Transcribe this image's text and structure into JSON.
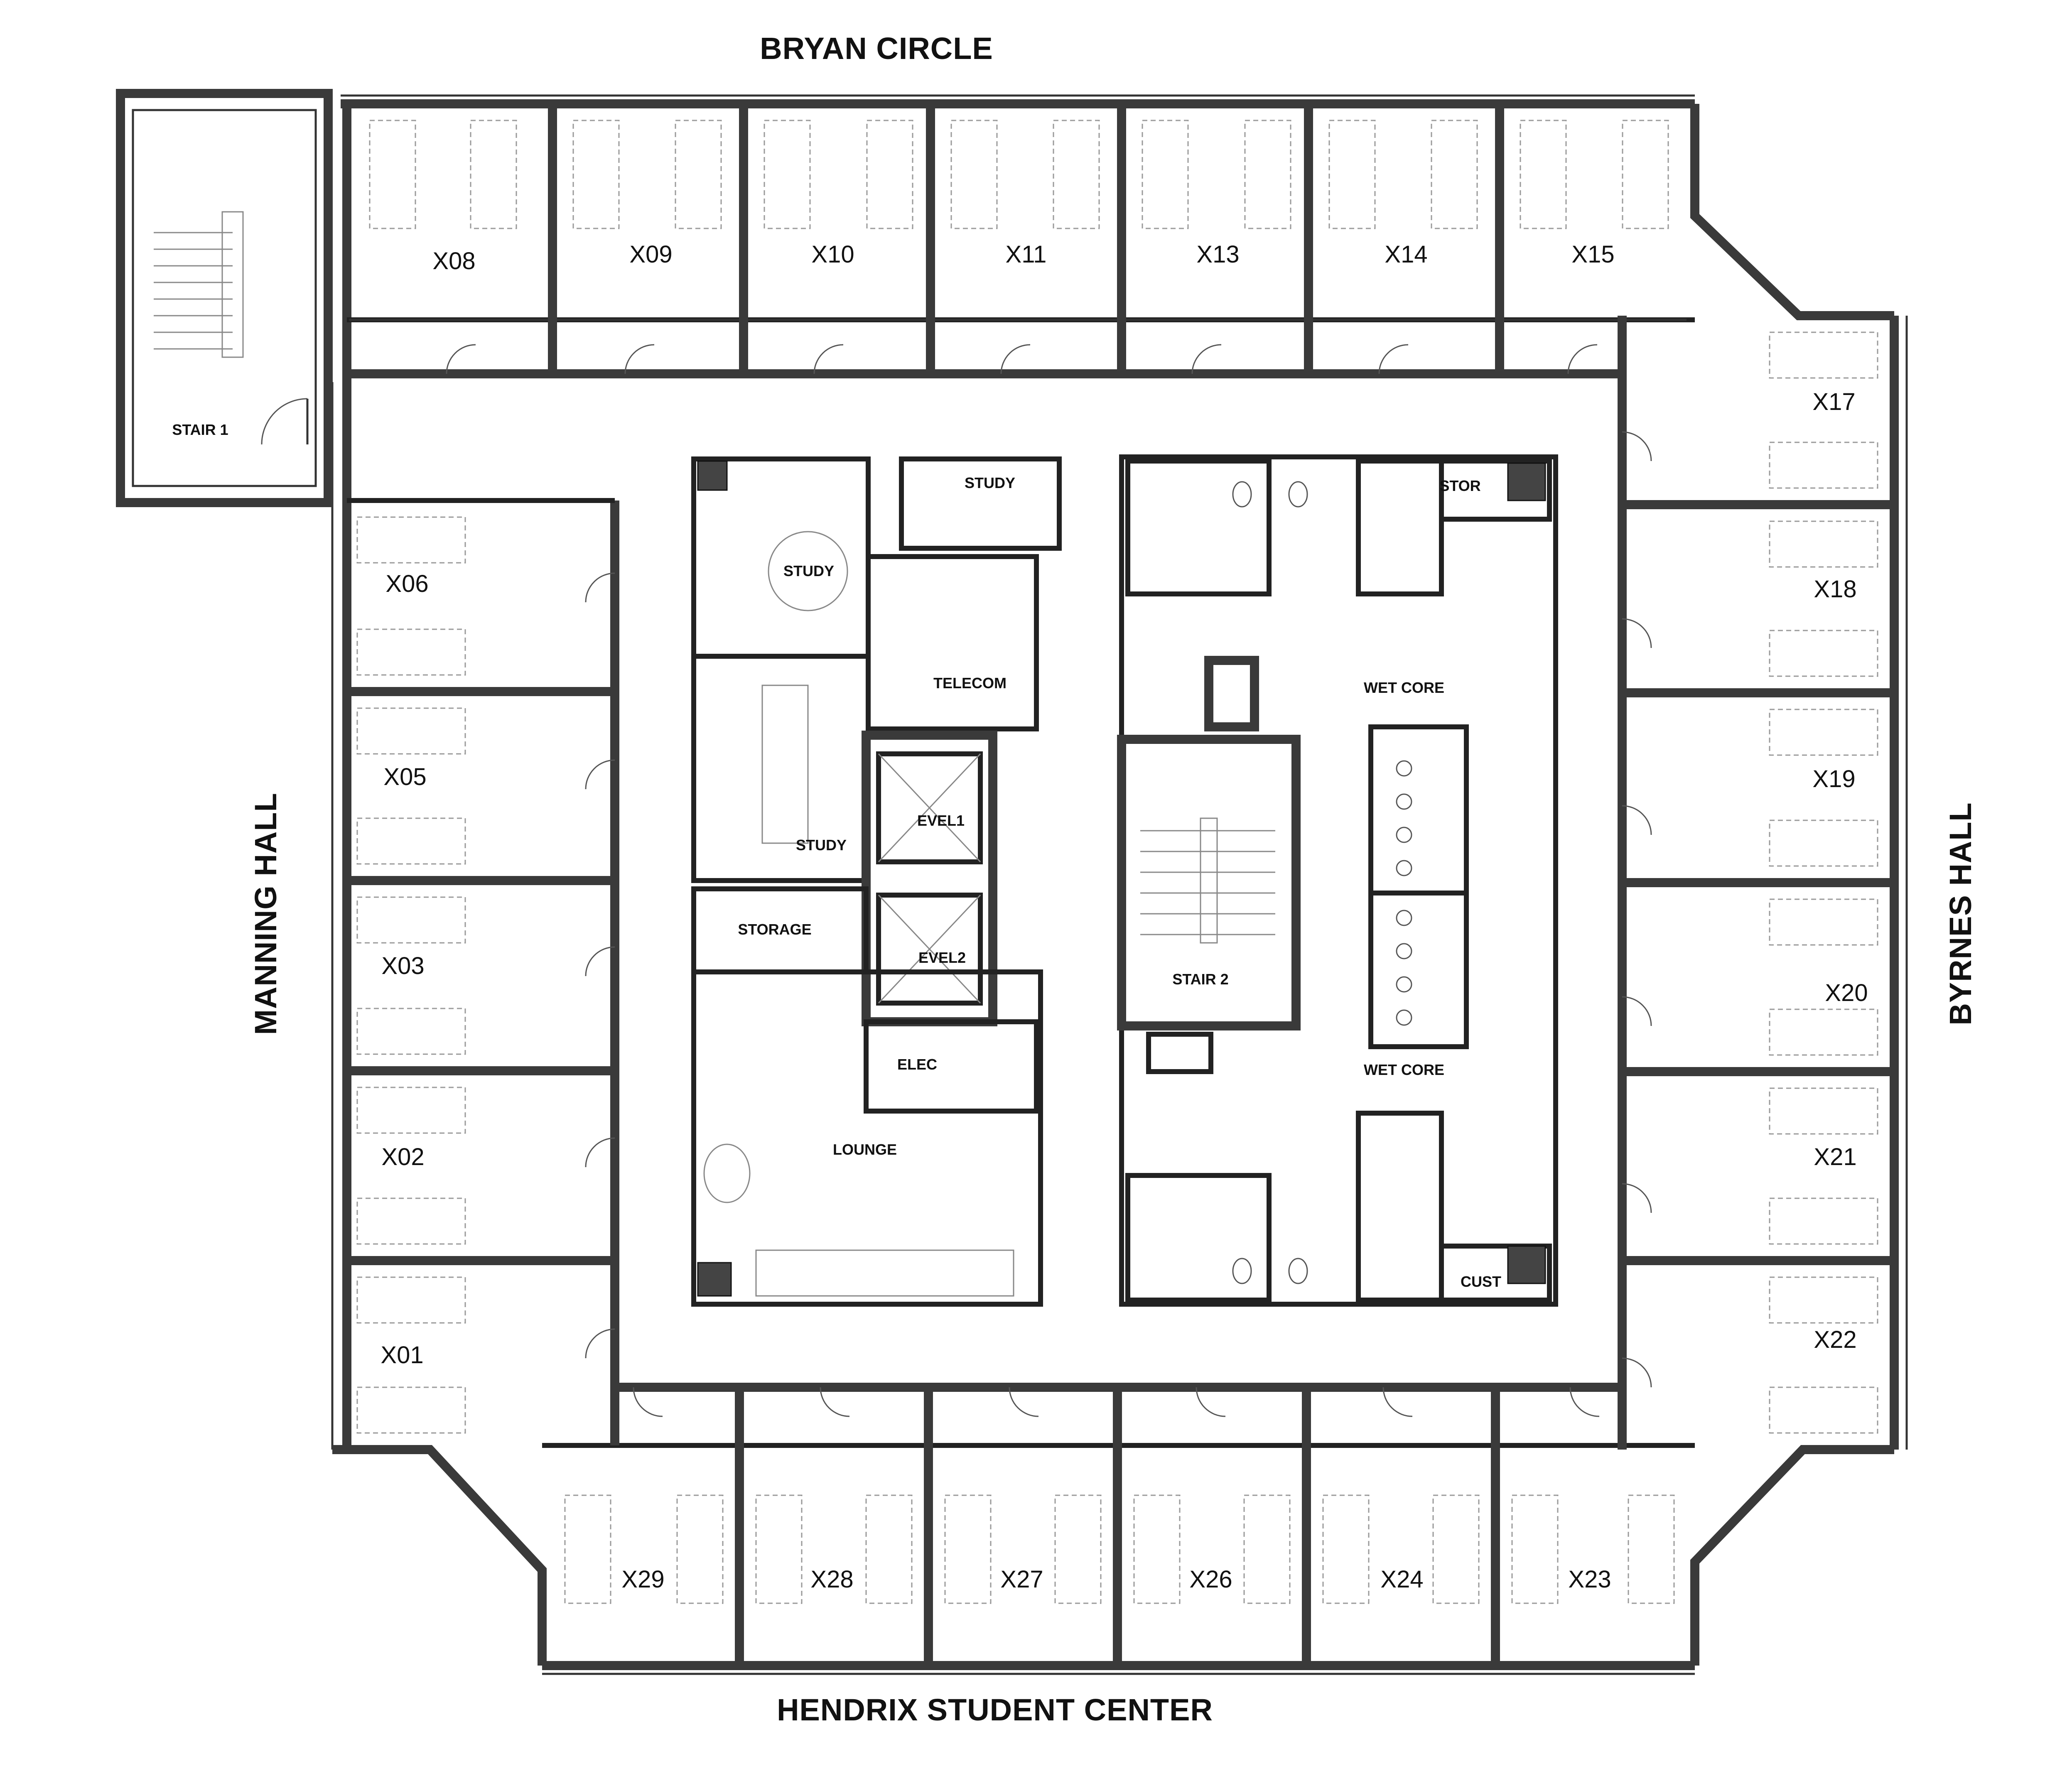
{
  "streets": {
    "north": "BRYAN CIRCLE",
    "south": "HENDRIX STUDENT CENTER",
    "west": "MANNING HALL",
    "east": "BYRNES HALL"
  },
  "rooms": {
    "north": [
      "X08",
      "X09",
      "X10",
      "X11",
      "X13",
      "X14",
      "X15"
    ],
    "west": [
      "X06",
      "X05",
      "X03",
      "X02",
      "X01"
    ],
    "east": [
      "X17",
      "X18",
      "X19",
      "X20",
      "X21",
      "X22"
    ],
    "south": [
      "X29",
      "X28",
      "X27",
      "X26",
      "X24",
      "X23"
    ]
  },
  "core": {
    "stair1": "STAIR 1",
    "study_a": "STUDY",
    "study_b": "STUDY",
    "study_c": "STUDY",
    "telecom": "TELECOM",
    "evel1": "EVEL1",
    "evel2": "EVEL2",
    "storage": "STORAGE",
    "elec": "ELEC",
    "lounge": "LOUNGE",
    "stair2": "STAIR 2",
    "wet_core_top": "WET CORE",
    "wet_core_bottom": "WET CORE",
    "stor": "STOR",
    "cust": "CUST"
  }
}
